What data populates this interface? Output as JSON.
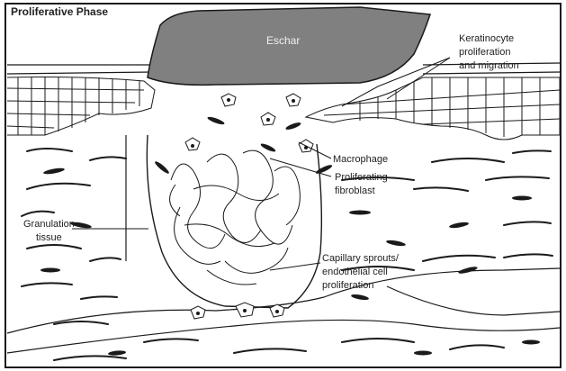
{
  "title": "Proliferative Phase",
  "labels": {
    "eschar": "Eschar",
    "keratinocyte": [
      "Keratinocyte",
      "proliferation",
      "and migration"
    ],
    "macrophage": "Macrophage",
    "fibroblast": [
      "Proliferating",
      "fibroblast"
    ],
    "granulation": [
      "Granulation",
      "tissue"
    ],
    "capillary": [
      "Capillary sprouts/",
      "endothelial cell",
      "proliferation"
    ]
  },
  "colors": {
    "eschar_fill": "#808080",
    "line": "#1a1a1a",
    "background": "#ffffff"
  }
}
